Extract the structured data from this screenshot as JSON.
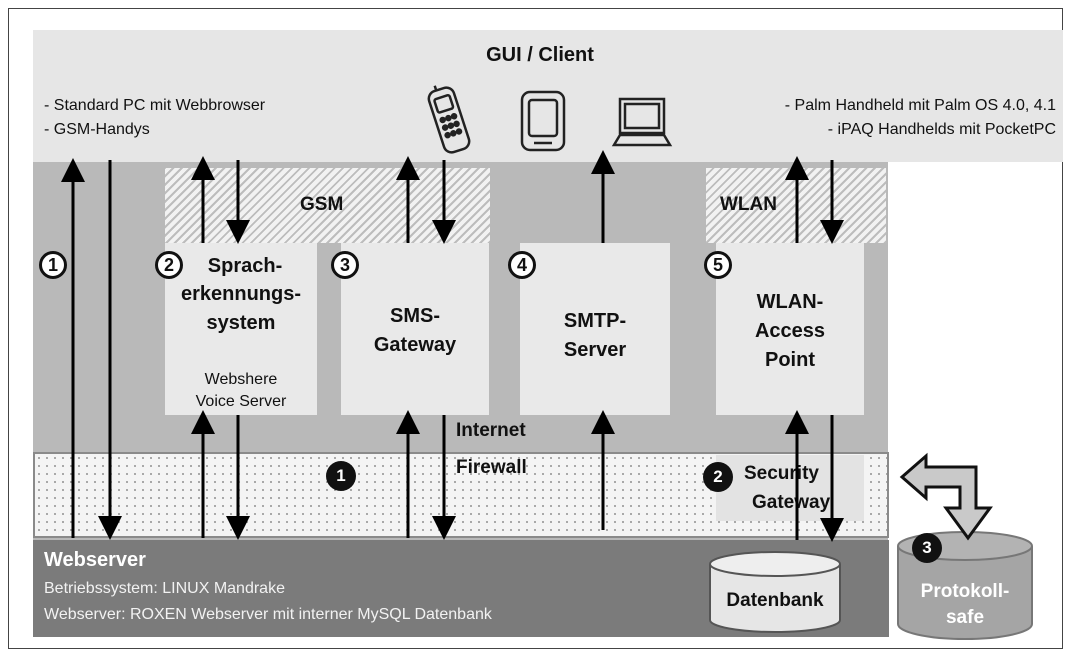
{
  "gui": {
    "title": "GUI / Client",
    "left_line1": "- Standard PC mit Webbrowser",
    "left_line2": "- GSM-Handys",
    "right_line1": "- Palm Handheld mit Palm OS 4.0, 4.1",
    "right_line2": "- iPAQ Handhelds mit PocketPC"
  },
  "bands": {
    "gsm": "GSM",
    "wlan": "WLAN"
  },
  "markers": {
    "c1": "1",
    "c2": "2",
    "c3": "3",
    "c4": "4",
    "c5": "5",
    "f1": "1",
    "f2": "2",
    "p3": "3"
  },
  "boxes": {
    "sprach_line1": "Sprach-",
    "sprach_line2": "erkennungs-",
    "sprach_line3": "system",
    "sprach_sub1": "Webshere",
    "sprach_sub2": "Voice Server",
    "sms_line1": "SMS-",
    "sms_line2": "Gateway",
    "smtp_line1": "SMTP-",
    "smtp_line2": "Server",
    "wlan_line1": "WLAN-",
    "wlan_line2": "Access",
    "wlan_line3": "Point"
  },
  "labels": {
    "internet": "Internet",
    "firewall": "Firewall",
    "security_line1": "Security",
    "security_line2": "Gateway"
  },
  "webserver": {
    "title": "Webserver",
    "line1": "Betriebssystem: LINUX Mandrake",
    "line2": "Webserver: ROXEN Webserver mit interner MySQL Datenbank"
  },
  "db": {
    "datenbank": "Datenbank",
    "protokoll_line1": "Protokoll-",
    "protokoll_line2": "safe"
  },
  "icons": [
    "mobile-phone-icon",
    "pda-icon",
    "laptop-icon"
  ]
}
